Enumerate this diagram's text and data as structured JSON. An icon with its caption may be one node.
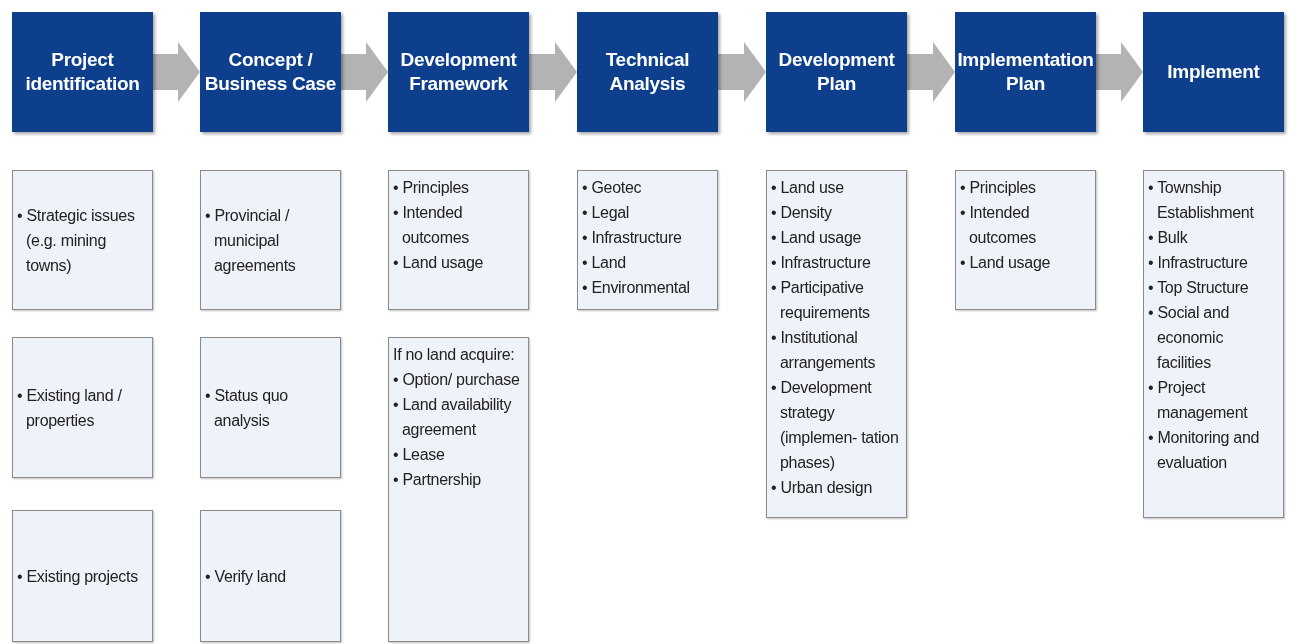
{
  "diagram": {
    "nodes": [
      {
        "text": [
          "Project identification"
        ]
      },
      {
        "text": [
          "Concept / Business Case"
        ]
      },
      {
        "text": [
          "Development Framework"
        ]
      },
      {
        "text": [
          "Technical Analysis"
        ]
      },
      {
        "text": [
          "Development Plan"
        ]
      },
      {
        "text": [
          "Implementation Plan"
        ]
      },
      {
        "text": [
          "Implement"
        ]
      },
      {
        "text": [
          "• Strategic issues (e.g. mining towns)"
        ]
      },
      {
        "text": [
          "• Existing land / properties"
        ]
      },
      {
        "text": [
          "• Existing projects"
        ]
      },
      {
        "text": [
          "• Provincial / municipal agreements"
        ]
      },
      {
        "text": [
          "• Status quo analysis"
        ]
      },
      {
        "text": [
          "• Verify land"
        ]
      },
      {
        "text": [
          "• Principles",
          "• Intended outcomes",
          "• Land usage"
        ]
      },
      {
        "text": [
          "If no land acquire:",
          "• Option/ purchase",
          "• Land availability agreement",
          "• Lease",
          "• Partnership"
        ]
      },
      {
        "text": [
          "• Geotec",
          "• Legal",
          "• Infrastructure",
          "• Land",
          "• Environmental"
        ]
      },
      {
        "text": [
          "• Land use",
          "• Density",
          "• Land usage",
          "• Infrastructure",
          "• Participative requirements",
          "• Institutional arrangements",
          "• Development strategy (implemen- tation phases)",
          "• Urban design"
        ]
      },
      {
        "text": [
          "• Principles",
          "• Intended outcomes",
          "• Land usage"
        ]
      },
      {
        "text": [
          "• Township Establishment",
          "• Bulk",
          "• Infrastructure",
          "• Top Structure",
          "• Social and economic facilities",
          "• Project management",
          "• Monitoring and evaluation"
        ]
      }
    ],
    "edges": [
      {
        "from": 0,
        "to": 1,
        "arrow": "to"
      },
      {
        "from": 1,
        "to": 2,
        "arrow": "to"
      },
      {
        "from": 2,
        "to": 3,
        "arrow": "to"
      },
      {
        "from": 3,
        "to": 4,
        "arrow": "to"
      },
      {
        "from": 4,
        "to": 5,
        "arrow": "to"
      },
      {
        "from": 5,
        "to": 6,
        "arrow": "to"
      }
    ]
  }
}
